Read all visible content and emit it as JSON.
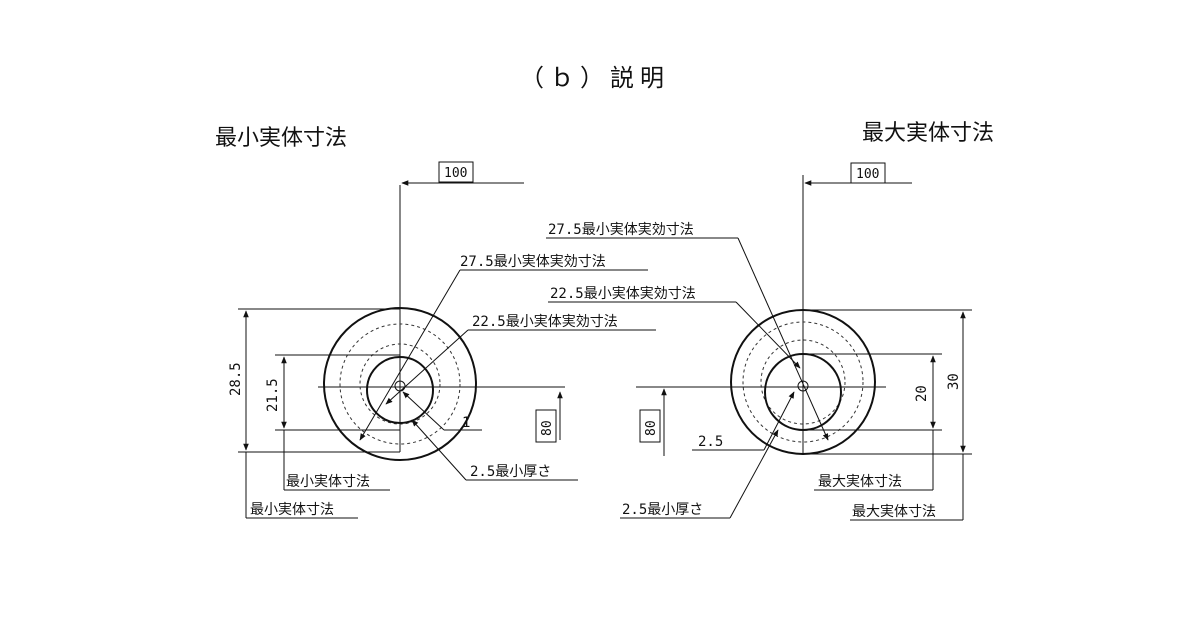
{
  "title": "（ｂ）説明",
  "left": {
    "heading": "最小実体寸法",
    "datum_box": "100",
    "box80": "80",
    "label_275": "27.5最小実体実効寸法",
    "label_225": "22.5最小実体実効寸法",
    "label_1": "1",
    "label_thick": "2.5最小厚さ",
    "dim_outer": "28.5",
    "dim_inner": "21.5",
    "label_inner_size": "最小実体寸法",
    "label_outer_size": "最小実体寸法"
  },
  "right": {
    "heading": "最大実体寸法",
    "datum_box": "100",
    "box80": "80",
    "label_275": "27.5最小実体実効寸法",
    "label_225": "22.5最小実体実効寸法",
    "label_25": "2.5",
    "label_thick": "2.5最小厚さ",
    "dim_outer": "30",
    "dim_inner": "20",
    "label_inner_size": "最大実体寸法",
    "label_outer_size": "最大実体寸法"
  }
}
